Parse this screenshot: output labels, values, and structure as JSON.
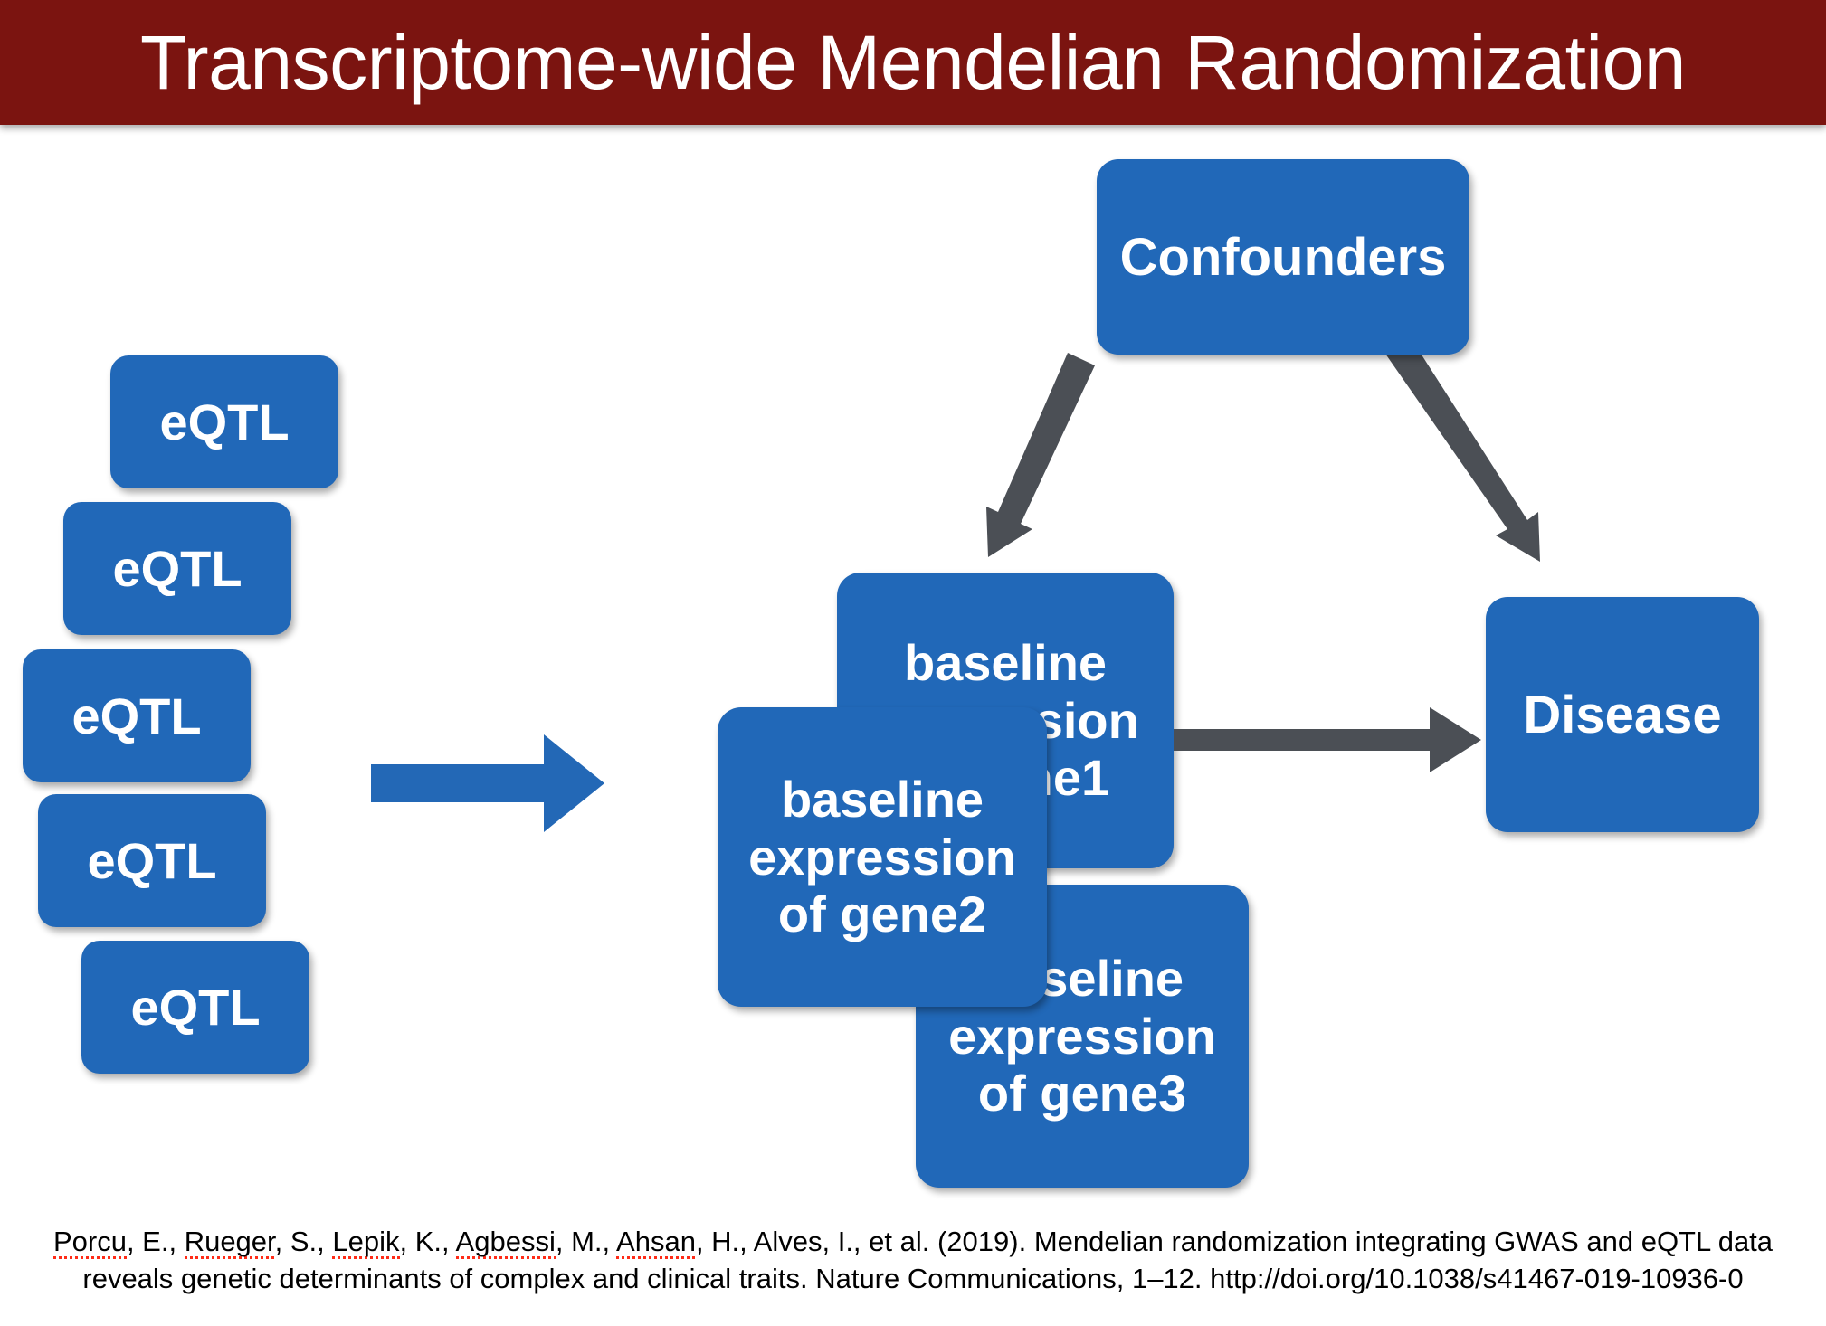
{
  "title": {
    "text": "Transcriptome-wide Mendelian Randomization",
    "bar_color": "#7B1410",
    "text_color": "#FFFFFF"
  },
  "colors": {
    "node_blue": "#2168B8",
    "arrow_gray": "#4B4F55",
    "arrow_blue": "#2368B6",
    "background": "#FFFFFF",
    "spellcheck_red": "#FF2B17"
  },
  "diagram": {
    "type": "mendelian-randomization-dag",
    "instruments": {
      "group_label": "eQTL",
      "items": [
        {
          "label": "eQTL"
        },
        {
          "label": "eQTL"
        },
        {
          "label": "eQTL"
        },
        {
          "label": "eQTL"
        },
        {
          "label": "eQTL"
        }
      ]
    },
    "confounders": {
      "label": "Confounders"
    },
    "exposures": [
      {
        "label": "baseline\nexpression\nof gene1"
      },
      {
        "label": "baseline\nexpression\nof gene2"
      },
      {
        "label": "baseline\nexpression\nof gene3"
      }
    ],
    "outcome": {
      "label": "Disease"
    },
    "edges": [
      {
        "name": "instruments-to-exposures",
        "from": "eQTL stack",
        "to": "baseline expression boxes",
        "style": "thick-blue-block-arrow"
      },
      {
        "name": "confounders-to-exposure",
        "from": "Confounders",
        "to": "baseline expression of gene1",
        "style": "gray-arrow"
      },
      {
        "name": "confounders-to-outcome",
        "from": "Confounders",
        "to": "Disease",
        "style": "gray-arrow"
      },
      {
        "name": "exposure-to-outcome",
        "from": "baseline expression of gene1",
        "to": "Disease",
        "style": "gray-arrow"
      }
    ]
  },
  "citation": {
    "line1_parts": [
      {
        "text": "Porcu",
        "misspelled": true
      },
      {
        "text": ", E., ",
        "misspelled": false
      },
      {
        "text": "Rueger",
        "misspelled": true
      },
      {
        "text": ", S., ",
        "misspelled": false
      },
      {
        "text": "Lepik",
        "misspelled": true
      },
      {
        "text": ", K., ",
        "misspelled": false
      },
      {
        "text": "Agbessi",
        "misspelled": true
      },
      {
        "text": ", M., ",
        "misspelled": false
      },
      {
        "text": "Ahsan",
        "misspelled": true
      },
      {
        "text": ", H., Alves, I., et al. (2019). Mendelian randomization integrating GWAS and eQTL data",
        "misspelled": false
      }
    ],
    "line2": "reveals genetic determinants of complex and clinical traits. Nature Communications, 1–12. http://doi.org/10.1038/s41467-019-10936-0",
    "full_text": "Porcu, E., Rueger, S., Lepik, K., Agbessi, M., Ahsan, H., Alves, I., et al. (2019). Mendelian randomization integrating GWAS and eQTL data reveals genetic determinants of complex and clinical traits. Nature Communications, 1–12. http://doi.org/10.1038/s41467-019-10936-0"
  }
}
